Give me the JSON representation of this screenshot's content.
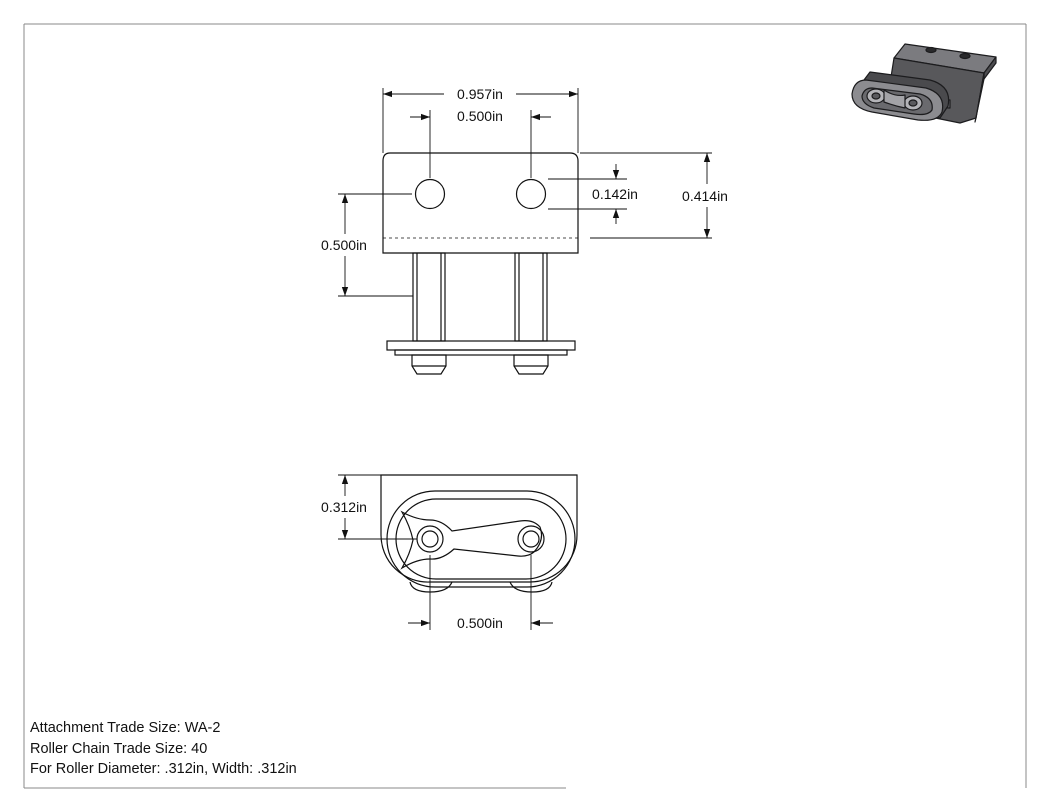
{
  "dimensions": {
    "overall_width": "0.957in",
    "hole_spacing_top": "0.500in",
    "hole_diameter": "0.142in",
    "plate_height": "0.414in",
    "pin_height": "0.500in",
    "plate_offset": "0.312in",
    "hole_spacing_bottom": "0.500in"
  },
  "notes": {
    "line1": "Attachment Trade Size: WA-2",
    "line2": "Roller Chain Trade Size: 40",
    "line3": "For Roller Diameter: .312in, Width: .312in"
  },
  "colors": {
    "line": "#111111",
    "part_dark": "#3a3a3c",
    "part_mid": "#6b6b6e",
    "part_light": "#9a9a9e"
  }
}
